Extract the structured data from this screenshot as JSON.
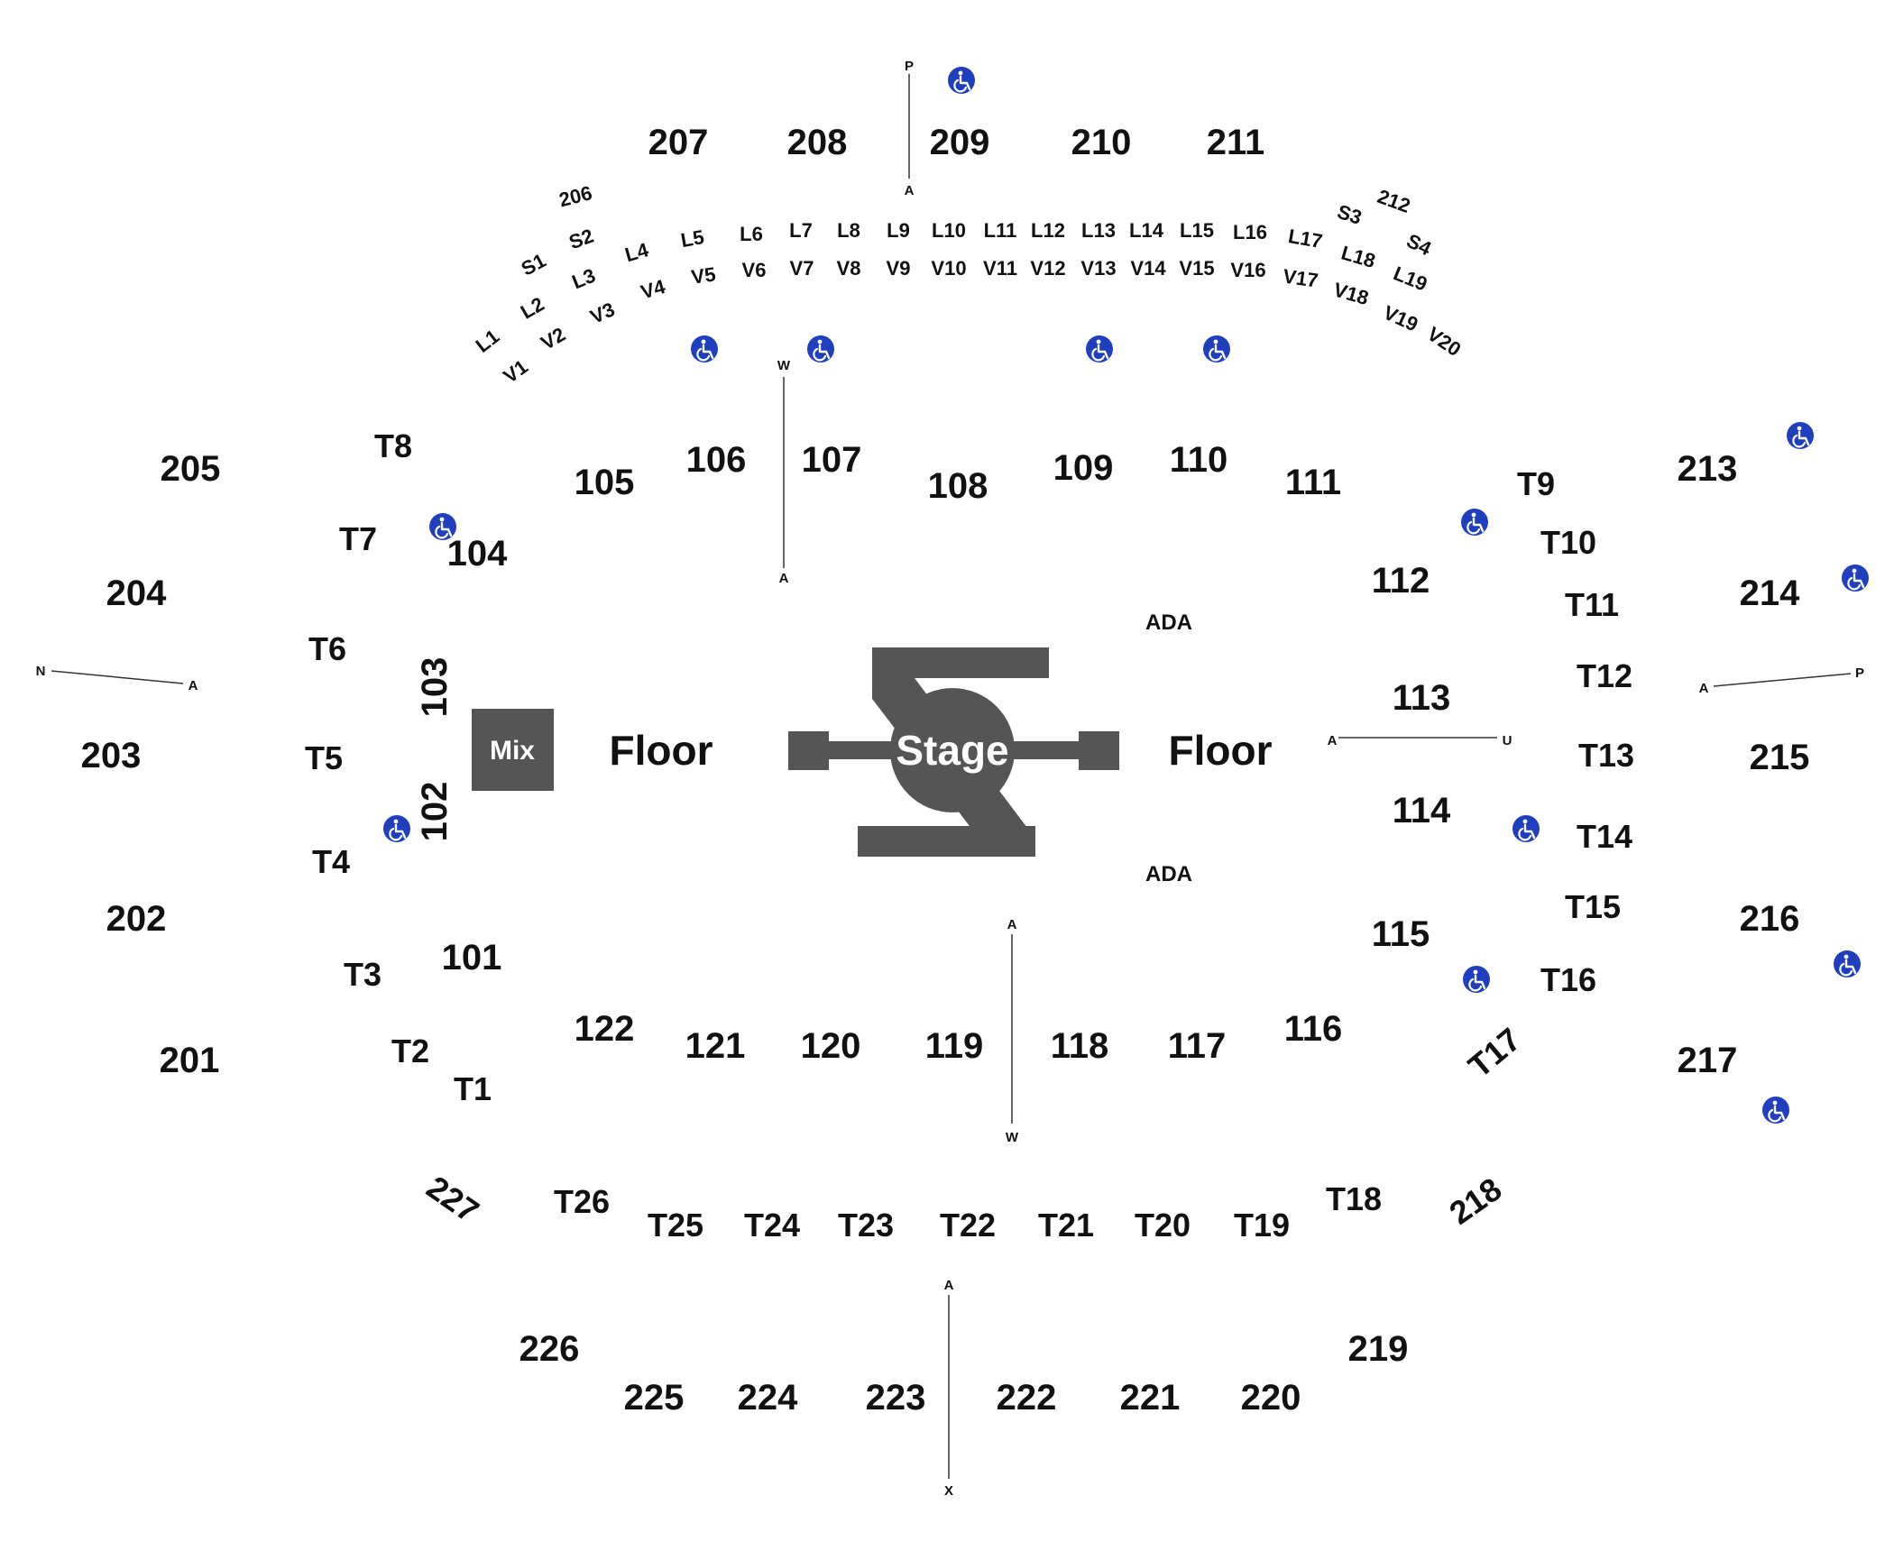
{
  "venue_map": {
    "stage_label": "Stage",
    "mix_label": "Mix",
    "floor_labels": [
      "Floor",
      "Floor"
    ],
    "ada_labels": [
      "ADA",
      "ADA"
    ],
    "colors": {
      "stage": "#555555",
      "text": "#111111",
      "accessible": "#1f3fbf",
      "line": "#333333",
      "background": "#ffffff"
    },
    "upper_sections": {
      "207": "207",
      "208": "208",
      "209": "209",
      "210": "210",
      "211": "211",
      "205": "205",
      "204": "204",
      "203": "203",
      "202": "202",
      "201": "201",
      "213": "213",
      "214": "214",
      "215": "215",
      "216": "216",
      "217": "217",
      "226": "226",
      "225": "225",
      "224": "224",
      "223": "223",
      "222": "222",
      "221": "221",
      "220": "220",
      "219": "219",
      "206": "206",
      "212": "212",
      "218": "218",
      "227": "227"
    },
    "lower_sections": {
      "101": "101",
      "102": "102",
      "103": "103",
      "104": "104",
      "105": "105",
      "106": "106",
      "107": "107",
      "108": "108",
      "109": "109",
      "110": "110",
      "111": "111",
      "112": "112",
      "113": "113",
      "114": "114",
      "115": "115",
      "116": "116",
      "117": "117",
      "118": "118",
      "119": "119",
      "120": "120",
      "121": "121",
      "122": "122"
    },
    "tables": {
      "T1": "T1",
      "T2": "T2",
      "T3": "T3",
      "T4": "T4",
      "T5": "T5",
      "T6": "T6",
      "T7": "T7",
      "T8": "T8",
      "T9": "T9",
      "T10": "T10",
      "T11": "T11",
      "T12": "T12",
      "T13": "T13",
      "T14": "T14",
      "T15": "T15",
      "T16": "T16",
      "T17": "T17",
      "T18": "T18",
      "T19": "T19",
      "T20": "T20",
      "T21": "T21",
      "T22": "T22",
      "T23": "T23",
      "T24": "T24",
      "T25": "T25",
      "T26": "T26"
    },
    "suites": {
      "S1": "S1",
      "S2": "S2",
      "S3": "S3",
      "S4": "S4",
      "L1": "L1",
      "L2": "L2",
      "L3": "L3",
      "L4": "L4",
      "L5": "L5",
      "L6": "L6",
      "L7": "L7",
      "L8": "L8",
      "L9": "L9",
      "L10": "L10",
      "L11": "L11",
      "L12": "L12",
      "L13": "L13",
      "L14": "L14",
      "L15": "L15",
      "L16": "L16",
      "L17": "L17",
      "L18": "L18",
      "L19": "L19",
      "V1": "V1",
      "V2": "V2",
      "V3": "V3",
      "V4": "V4",
      "V5": "V5",
      "V6": "V6",
      "V7": "V7",
      "V8": "V8",
      "V9": "V9",
      "V10": "V10",
      "V11": "V11",
      "V12": "V12",
      "V13": "V13",
      "V14": "V14",
      "V15": "V15",
      "V16": "V16",
      "V17": "V17",
      "V18": "V18",
      "V19": "V19",
      "V20": "V20"
    },
    "row_markers": {
      "top_p": "P",
      "top_a": "A",
      "w_top": "W",
      "a_mid": "A",
      "left_n": "N",
      "left_a": "A",
      "right_a": "A",
      "right_p": "P",
      "mid_a": "A",
      "mid_u": "U",
      "low_a": "A",
      "low_w": "W",
      "bot_a": "A",
      "bot_x": "X"
    },
    "accessible_icon": "wheelchair-icon"
  }
}
